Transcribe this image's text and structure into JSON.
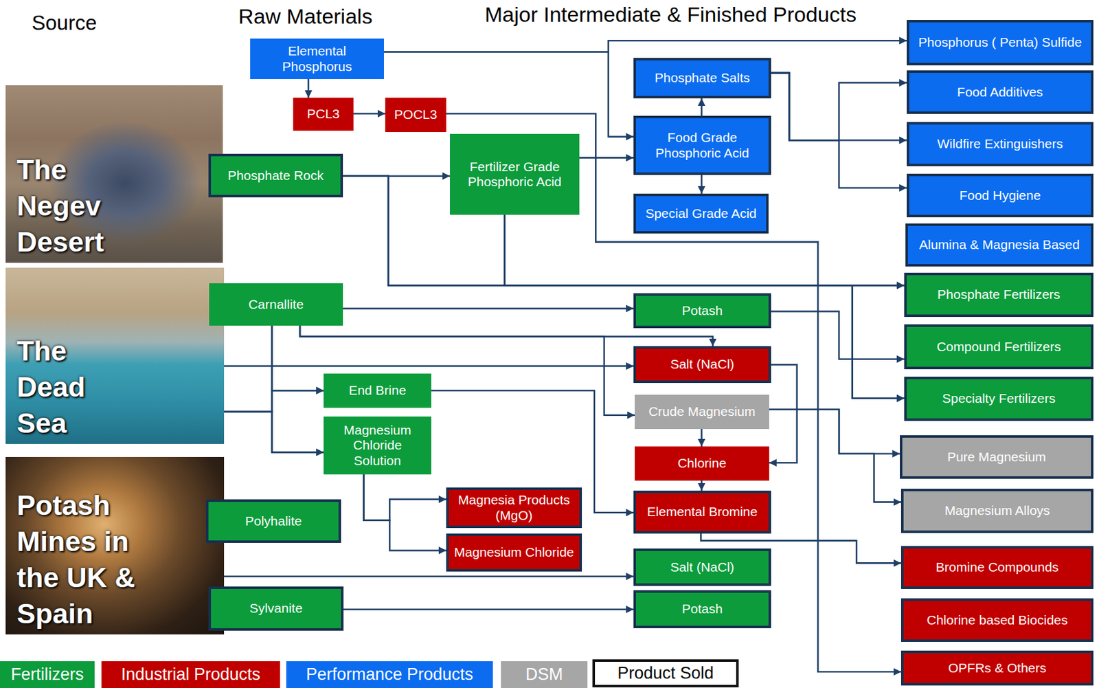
{
  "diagram": {
    "nodes": [
      {
        "text": [
          "The Negev Desert"
        ]
      },
      {
        "text": [
          "The Dead Sea"
        ]
      },
      {
        "text": [
          "Potash Mines in the UK & Spain"
        ]
      },
      {
        "text": [
          "Elemental Phosphorus"
        ]
      },
      {
        "text": [
          "PCL3"
        ]
      },
      {
        "text": [
          "POCL3"
        ]
      },
      {
        "text": [
          "Phosphate Rock"
        ]
      },
      {
        "text": [
          "Fertilizer Grade Phosphoric Acid"
        ]
      },
      {
        "text": [
          "Carnallite"
        ]
      },
      {
        "text": [
          "End Brine"
        ]
      },
      {
        "text": [
          "Magnesium Chloride Solution"
        ]
      },
      {
        "text": [
          "Polyhalite"
        ]
      },
      {
        "text": [
          "Magnesia Products (MgO)"
        ]
      },
      {
        "text": [
          "Magnesium Chloride"
        ]
      },
      {
        "text": [
          "Sylvanite"
        ]
      },
      {
        "text": [
          "Phosphate Salts"
        ]
      },
      {
        "text": [
          "Food Grade Phosphoric Acid"
        ]
      },
      {
        "text": [
          "Special Grade Acid"
        ]
      },
      {
        "text": [
          "Potash"
        ]
      },
      {
        "text": [
          "Salt (NaCl)"
        ]
      },
      {
        "text": [
          "Crude Magnesium"
        ]
      },
      {
        "text": [
          "Chlorine"
        ]
      },
      {
        "text": [
          "Elemental Bromine"
        ]
      },
      {
        "text": [
          "Salt (NaCl)"
        ]
      },
      {
        "text": [
          "Potash"
        ]
      },
      {
        "text": [
          "Phosphorus ( Penta) Sulfide"
        ]
      },
      {
        "text": [
          "Food Additives"
        ]
      },
      {
        "text": [
          "Wildfire Extinguishers"
        ]
      },
      {
        "text": [
          "Food Hygiene"
        ]
      },
      {
        "text": [
          "Alumina & Magnesia Based"
        ]
      },
      {
        "text": [
          "Phosphate Fertilizers"
        ]
      },
      {
        "text": [
          "Compound Fertilizers"
        ]
      },
      {
        "text": [
          "Specialty Fertilizers"
        ]
      },
      {
        "text": [
          "Pure Magnesium"
        ]
      },
      {
        "text": [
          "Magnesium Alloys"
        ]
      },
      {
        "text": [
          "Bromine Compounds"
        ]
      },
      {
        "text": [
          "Chlorine based Biocides"
        ]
      },
      {
        "text": [
          "OPFRs & Others"
        ]
      }
    ],
    "edges": [
      {
        "from": 3,
        "to": 25,
        "arrow": "to"
      },
      {
        "from": 3,
        "to": 16,
        "arrow": "to"
      },
      {
        "from": 3,
        "to": 4,
        "arrow": "to"
      },
      {
        "from": 4,
        "to": 5,
        "arrow": "to"
      },
      {
        "from": 5,
        "to": 37,
        "arrow": "to"
      },
      {
        "from": 6,
        "to": 7,
        "arrow": "to"
      },
      {
        "from": 6,
        "to": 30,
        "arrow": "to"
      },
      {
        "from": 7,
        "to": 16,
        "arrow": "to"
      },
      {
        "from": 7,
        "to": 30,
        "arrow": "to"
      },
      {
        "from": 6,
        "to": 32,
        "arrow": "to"
      },
      {
        "from": 7,
        "to": 32,
        "arrow": "to"
      },
      {
        "from": 16,
        "to": 15,
        "arrow": "to"
      },
      {
        "from": 16,
        "to": 17,
        "arrow": "to"
      },
      {
        "from": 15,
        "to": 26,
        "arrow": "to"
      },
      {
        "from": 15,
        "to": 27,
        "arrow": "to"
      },
      {
        "from": 15,
        "to": 28,
        "arrow": "to"
      },
      {
        "from": 8,
        "to": 18,
        "arrow": "to"
      },
      {
        "from": 8,
        "to": 19,
        "arrow": "to"
      },
      {
        "from": 8,
        "to": 20,
        "arrow": "to"
      },
      {
        "from": 1,
        "to": 19,
        "arrow": "to"
      },
      {
        "from": 8,
        "to": 9,
        "arrow": "to"
      },
      {
        "from": 8,
        "to": 10,
        "arrow": "to"
      },
      {
        "from": 1,
        "to": 9,
        "arrow": "to"
      },
      {
        "from": 1,
        "to": 10,
        "arrow": "to"
      },
      {
        "from": 18,
        "to": 31,
        "arrow": "to"
      },
      {
        "from": 19,
        "to": 21,
        "arrow": "to"
      },
      {
        "from": 20,
        "to": 21,
        "arrow": "to"
      },
      {
        "from": 20,
        "to": 33,
        "arrow": "to"
      },
      {
        "from": 20,
        "to": 34,
        "arrow": "to"
      },
      {
        "from": 21,
        "to": 22,
        "arrow": "to"
      },
      {
        "from": 9,
        "to": 22,
        "arrow": "to"
      },
      {
        "from": 10,
        "to": 12,
        "arrow": "to"
      },
      {
        "from": 10,
        "to": 13,
        "arrow": "to"
      },
      {
        "from": 22,
        "to": 35,
        "arrow": "to"
      },
      {
        "from": 2,
        "to": 23,
        "arrow": "to"
      },
      {
        "from": 14,
        "to": 24,
        "arrow": "to"
      }
    ],
    "labels": [
      "Source",
      "Raw Materials",
      "Major Intermediate & Finished Products"
    ],
    "legend": [
      {
        "text": "Fertilizers",
        "color": "#0c9c3c"
      },
      {
        "text": "Industrial Products",
        "color": "#c00000"
      },
      {
        "text": "Performance Products",
        "color": "#0b6cf0"
      },
      {
        "text": "DSM",
        "color": "#a6a6a6"
      },
      {
        "text": "Product Sold"
      }
    ]
  }
}
